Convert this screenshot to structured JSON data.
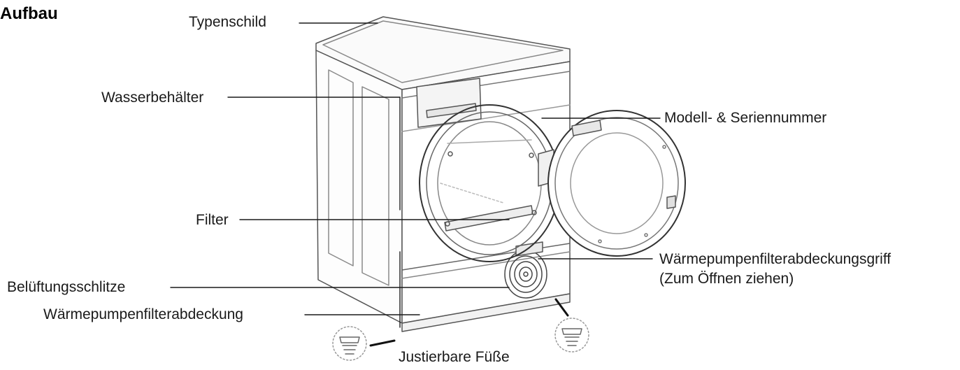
{
  "heading": "Aufbau",
  "labels": {
    "typenschild": "Typenschild",
    "wasserbehaelter": "Wasserbehälter",
    "modell": "Modell- & Seriennummer",
    "filter": "Filter",
    "griff_line1": "Wärmepumpenfilterabdeckungsgriff",
    "griff_line2": "(Zum Öffnen ziehen)",
    "belueftung": "Belüftungsschlitze",
    "abdeckung": "Wärmepumpenfilterabdeckung",
    "fuesse": "Justierbare Füße"
  },
  "colors": {
    "line": "#1a1a1a",
    "drawing": "#555555",
    "light": "#9a9a9a"
  }
}
